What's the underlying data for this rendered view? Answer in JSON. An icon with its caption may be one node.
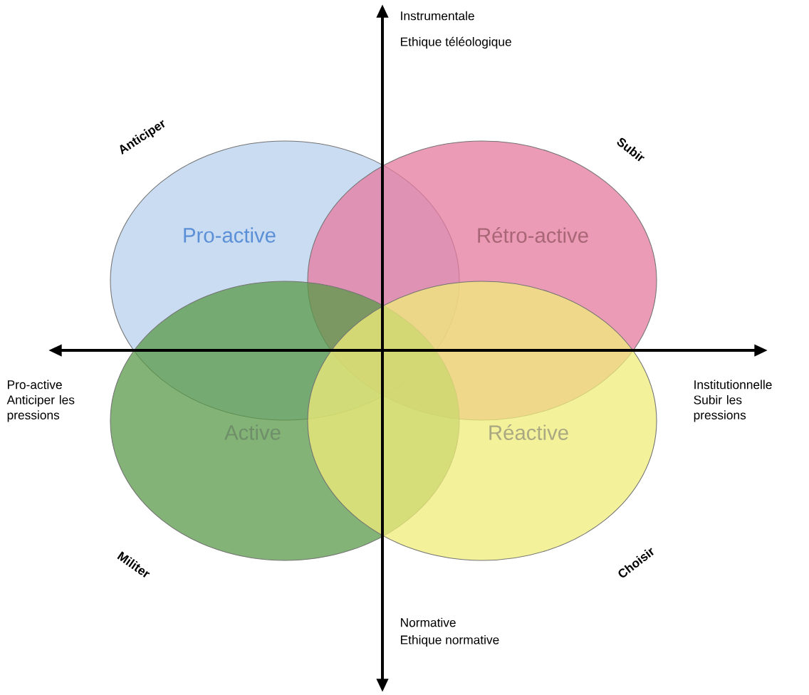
{
  "diagram": {
    "nodes": [
      {
        "text": [
          "Pro-active"
        ]
      },
      {
        "text": [
          "Rétro-active"
        ]
      },
      {
        "text": [
          "Active"
        ]
      },
      {
        "text": [
          "Réactive"
        ]
      }
    ],
    "labels": [
      "Instrumentale",
      "Ethique téléologique",
      "Anticiper",
      "Subir",
      "Pro-active Anticiper les pressions",
      "Institutionnelle Subir les pressions",
      "Militer",
      "Choisir",
      "Normative",
      "Ethique normative"
    ]
  }
}
